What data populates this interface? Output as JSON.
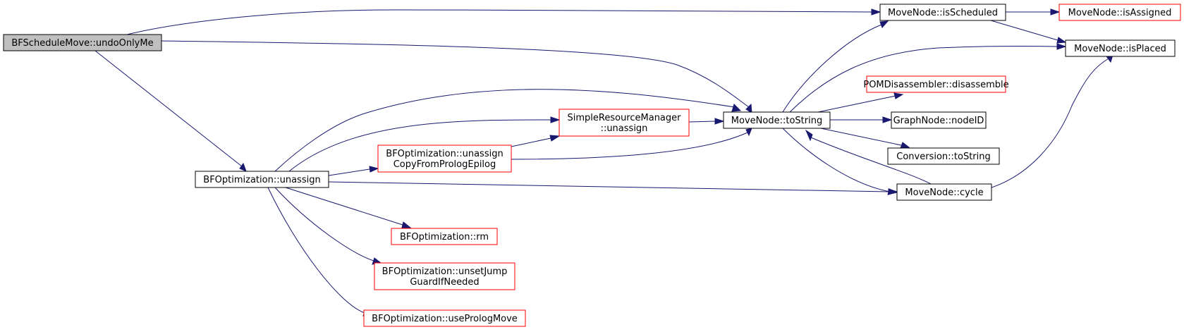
{
  "graph": {
    "colors": {
      "edge": "#191970",
      "root_fill": "#bfbfbf",
      "root_border": "#000000",
      "node_fill": "#ffffff",
      "normal_border": "#000000",
      "truncated_border": "#ff0000"
    },
    "nodes": [
      {
        "id": "undoOnlyMe",
        "lines": [
          "BFScheduleMove::undoOnlyMe"
        ],
        "style": "root"
      },
      {
        "id": "unassign",
        "lines": [
          "BFOptimization::unassign"
        ],
        "style": "normal"
      },
      {
        "id": "isScheduled",
        "lines": [
          "MoveNode::isScheduled"
        ],
        "style": "normal"
      },
      {
        "id": "isAssigned",
        "lines": [
          "MoveNode::isAssigned"
        ],
        "style": "truncated"
      },
      {
        "id": "isPlaced",
        "lines": [
          "MoveNode::isPlaced"
        ],
        "style": "normal"
      },
      {
        "id": "toString",
        "lines": [
          "MoveNode::toString"
        ],
        "style": "normal"
      },
      {
        "id": "srmUnassign",
        "lines": [
          "SimpleResourceManager",
          "::unassign"
        ],
        "style": "truncated"
      },
      {
        "id": "copyFromProlog",
        "lines": [
          "BFOptimization::unassign",
          "CopyFromPrologEpilog"
        ],
        "style": "truncated"
      },
      {
        "id": "disassemble",
        "lines": [
          "POMDisassembler::disassemble"
        ],
        "style": "truncated"
      },
      {
        "id": "nodeID",
        "lines": [
          "GraphNode::nodeID"
        ],
        "style": "normal"
      },
      {
        "id": "convToString",
        "lines": [
          "Conversion::toString"
        ],
        "style": "normal"
      },
      {
        "id": "cycle",
        "lines": [
          "MoveNode::cycle"
        ],
        "style": "normal"
      },
      {
        "id": "rm",
        "lines": [
          "BFOptimization::rm"
        ],
        "style": "truncated"
      },
      {
        "id": "unsetJump",
        "lines": [
          "BFOptimization::unsetJump",
          "GuardIfNeeded"
        ],
        "style": "truncated"
      },
      {
        "id": "usePrologMove",
        "lines": [
          "BFOptimization::usePrologMove"
        ],
        "style": "truncated"
      }
    ],
    "edges": [
      {
        "from": "undoOnlyMe",
        "to": "isScheduled"
      },
      {
        "from": "undoOnlyMe",
        "to": "toString"
      },
      {
        "from": "undoOnlyMe",
        "to": "unassign"
      },
      {
        "from": "unassign",
        "to": "toString"
      },
      {
        "from": "unassign",
        "to": "srmUnassign"
      },
      {
        "from": "unassign",
        "to": "copyFromProlog"
      },
      {
        "from": "unassign",
        "to": "cycle"
      },
      {
        "from": "unassign",
        "to": "rm"
      },
      {
        "from": "unassign",
        "to": "unsetJump"
      },
      {
        "from": "unassign",
        "to": "usePrologMove"
      },
      {
        "from": "copyFromProlog",
        "to": "srmUnassign"
      },
      {
        "from": "copyFromProlog",
        "to": "toString"
      },
      {
        "from": "srmUnassign",
        "to": "toString"
      },
      {
        "from": "isScheduled",
        "to": "isAssigned"
      },
      {
        "from": "isScheduled",
        "to": "isPlaced"
      },
      {
        "from": "toString",
        "to": "isScheduled"
      },
      {
        "from": "toString",
        "to": "isPlaced"
      },
      {
        "from": "toString",
        "to": "disassemble"
      },
      {
        "from": "toString",
        "to": "nodeID"
      },
      {
        "from": "toString",
        "to": "convToString"
      },
      {
        "from": "toString",
        "to": "cycle"
      },
      {
        "from": "cycle",
        "to": "toString"
      },
      {
        "from": "cycle",
        "to": "isPlaced"
      }
    ]
  }
}
